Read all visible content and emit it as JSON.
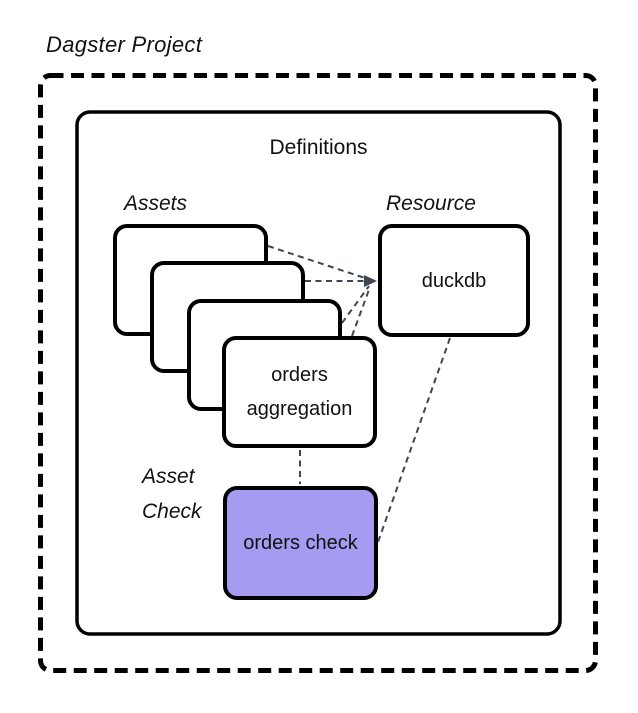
{
  "diagram": {
    "title": "Dagster Project",
    "definitions_label": "Definitions",
    "group_labels": {
      "assets": "Assets",
      "resource": "Resource",
      "asset_check": "Asset Check"
    },
    "nodes": {
      "asset_front": {
        "label": "orders aggregation",
        "type": "asset"
      },
      "resource": {
        "label": "duckdb",
        "type": "resource"
      },
      "asset_check": {
        "label": "orders check",
        "type": "asset-check",
        "fill": "#a59bf0"
      }
    },
    "edges": [
      {
        "from": "asset-card-1",
        "to": "duckdb"
      },
      {
        "from": "asset-card-2",
        "to": "duckdb"
      },
      {
        "from": "asset-card-3",
        "to": "duckdb"
      },
      {
        "from": "orders aggregation",
        "to": "duckdb"
      },
      {
        "from": "duckdb",
        "to": "orders check"
      },
      {
        "from": "orders aggregation",
        "to": "orders check"
      }
    ],
    "colors": {
      "outline": "#000000",
      "connector": "#3d4655",
      "text": "#111111",
      "asset_check_fill": "#a59bf0",
      "background": "#ffffff"
    }
  }
}
